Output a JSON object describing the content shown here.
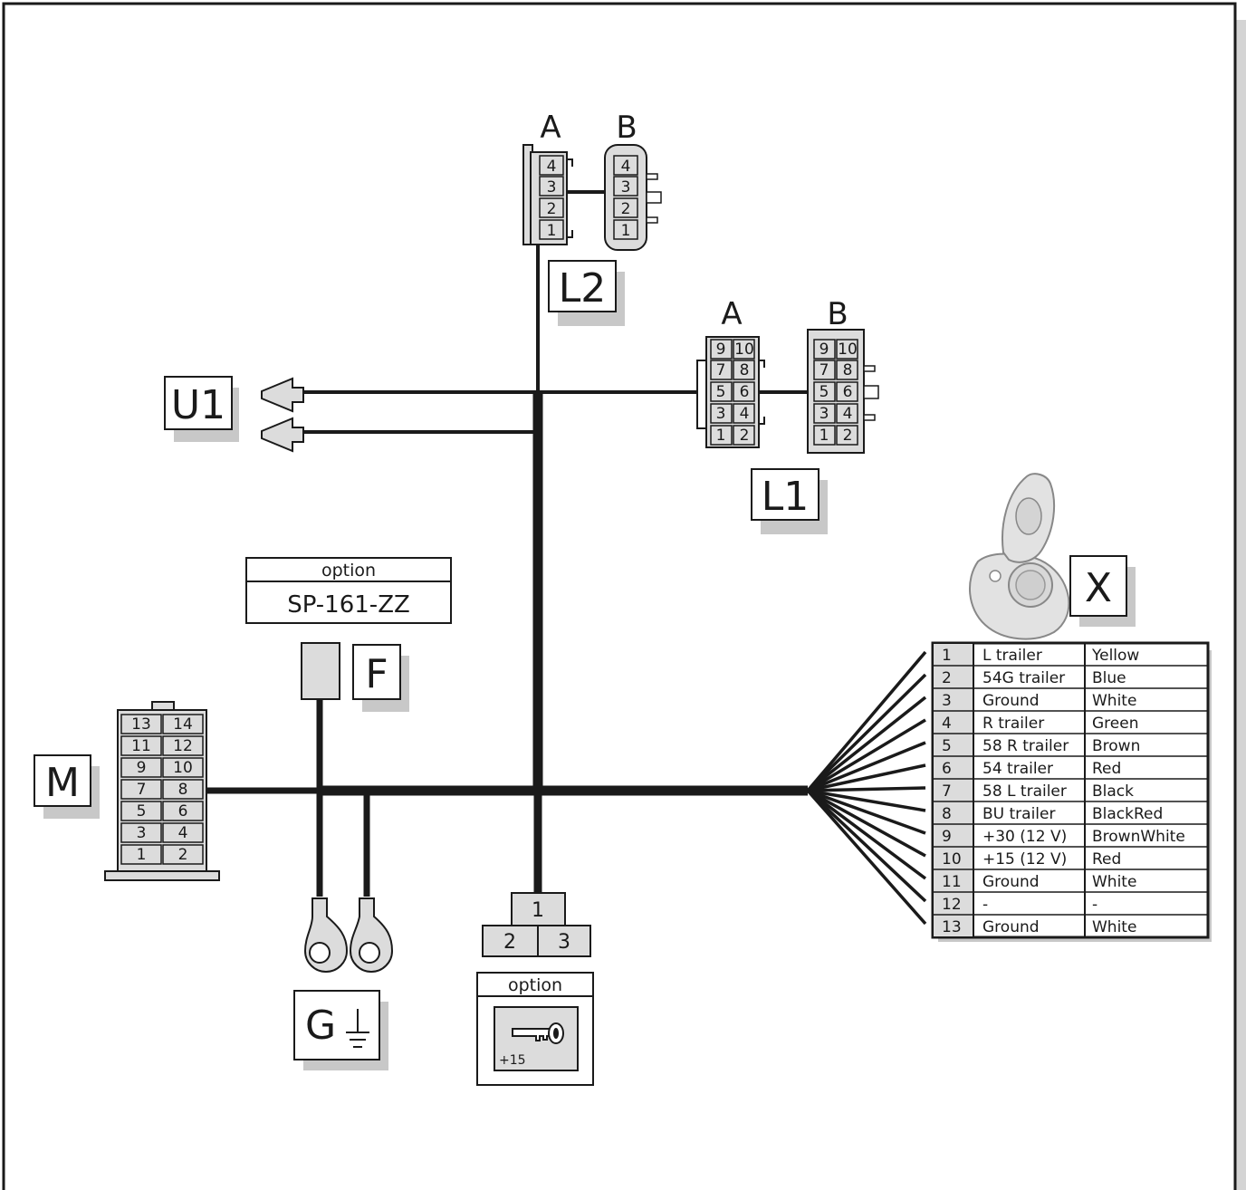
{
  "connectors": {
    "L2": {
      "label": "L2",
      "side_a": "A",
      "side_b": "B",
      "pins_a": [
        "4",
        "3",
        "2",
        "1"
      ],
      "pins_b": [
        "4",
        "3",
        "2",
        "1"
      ]
    },
    "L1": {
      "label": "L1",
      "side_a": "A",
      "side_b": "B",
      "pin_rows": [
        [
          "9",
          "10"
        ],
        [
          "7",
          "8"
        ],
        [
          "5",
          "6"
        ],
        [
          "3",
          "4"
        ],
        [
          "1",
          "2"
        ]
      ]
    },
    "U1": {
      "label": "U1"
    },
    "M": {
      "label": "M",
      "pin_rows": [
        [
          "13",
          "14"
        ],
        [
          "11",
          "12"
        ],
        [
          "9",
          "10"
        ],
        [
          "7",
          "8"
        ],
        [
          "5",
          "6"
        ],
        [
          "3",
          "4"
        ],
        [
          "1",
          "2"
        ]
      ]
    },
    "F": {
      "label": "F",
      "option_title": "option",
      "part_number": "SP-161-ZZ"
    },
    "G": {
      "label": "G"
    },
    "ignition": {
      "pins": [
        "1",
        "2",
        "3"
      ],
      "option_title": "option",
      "key_label": "+15"
    },
    "X": {
      "label": "X"
    }
  },
  "socket_table": {
    "rows": [
      {
        "pin": "1",
        "function": "L trailer",
        "color": "Yellow"
      },
      {
        "pin": "2",
        "function": "54G trailer",
        "color": "Blue"
      },
      {
        "pin": "3",
        "function": "Ground",
        "color": "White"
      },
      {
        "pin": "4",
        "function": "R trailer",
        "color": "Green"
      },
      {
        "pin": "5",
        "function": "58 R trailer",
        "color": "Brown"
      },
      {
        "pin": "6",
        "function": "54 trailer",
        "color": "Red"
      },
      {
        "pin": "7",
        "function": "58 L trailer",
        "color": "Black"
      },
      {
        "pin": "8",
        "function": "BU trailer",
        "color": "BlackRed"
      },
      {
        "pin": "9",
        "function": "+30 (12 V)",
        "color": "BrownWhite"
      },
      {
        "pin": "10",
        "function": "+15 (12 V)",
        "color": "Red"
      },
      {
        "pin": "11",
        "function": "Ground",
        "color": "White"
      },
      {
        "pin": "12",
        "function": "-",
        "color": "-"
      },
      {
        "pin": "13",
        "function": "Ground",
        "color": "White"
      }
    ]
  },
  "colors": {
    "wire": "#1a1a1a",
    "connector_fill": "#dcdcdc",
    "label_shadow": "#c8c8c8",
    "socket_fill": "#e2e2e2",
    "frame_shadow": "#d4d4d4"
  }
}
